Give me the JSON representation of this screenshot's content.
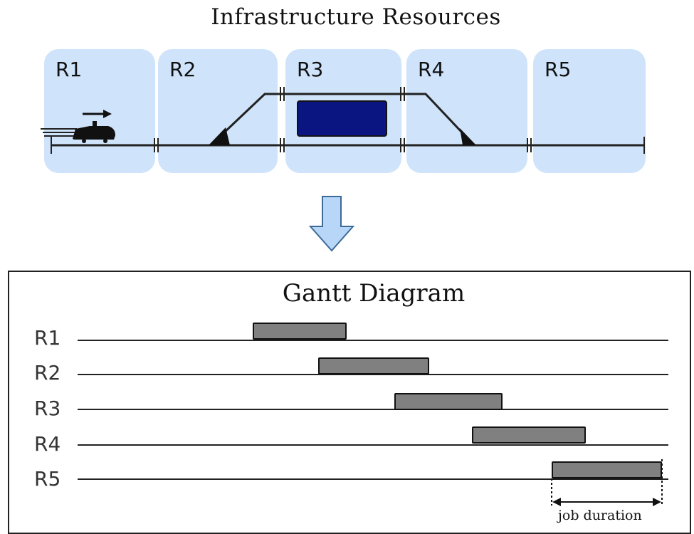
{
  "diagram": {
    "title": "Infrastructure Resources",
    "resources": [
      "R1",
      "R2",
      "R3",
      "R4",
      "R5"
    ]
  },
  "gantt": {
    "title": "Gantt Diagram",
    "rows": [
      {
        "label": "R1",
        "start": 355,
        "end": 487
      },
      {
        "label": "R2",
        "start": 447,
        "end": 603
      },
      {
        "label": "R3",
        "start": 554,
        "end": 706
      },
      {
        "label": "R4",
        "start": 663,
        "end": 823
      },
      {
        "label": "R5",
        "start": 775,
        "end": 930
      }
    ],
    "duration_label": "job duration"
  },
  "colors": {
    "resource_block": "#cfe4fb",
    "train_box": "#0b1582",
    "bar_fill": "#808080",
    "arrow_fill": "#b8d6f7"
  }
}
